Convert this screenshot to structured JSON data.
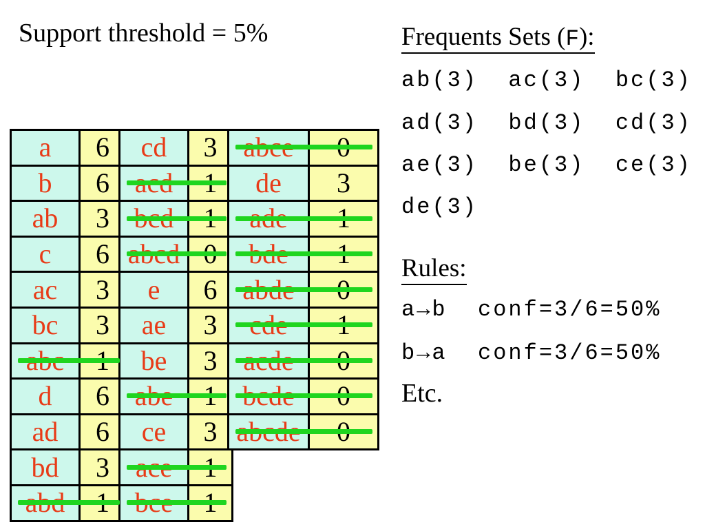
{
  "title": "Support threshold = 5%",
  "colors": {
    "itemset_bg": "#cdf8ec",
    "count_bg": "#fbfcad",
    "itemset_text": "#e83b17",
    "count_text": "#000000",
    "strike": "#1fd51f",
    "grid": "#000000"
  },
  "table": {
    "pairs": [
      {
        "rows": [
          {
            "itemset": "a",
            "count": "6",
            "crossed": false
          },
          {
            "itemset": "b",
            "count": "6",
            "crossed": false
          },
          {
            "itemset": "ab",
            "count": "3",
            "crossed": false
          },
          {
            "itemset": "c",
            "count": "6",
            "crossed": false
          },
          {
            "itemset": "ac",
            "count": "3",
            "crossed": false
          },
          {
            "itemset": "bc",
            "count": "3",
            "crossed": false
          },
          {
            "itemset": "abc",
            "count": "1",
            "crossed": true
          },
          {
            "itemset": "d",
            "count": "6",
            "crossed": false
          },
          {
            "itemset": "ad",
            "count": "6",
            "crossed": false
          },
          {
            "itemset": "bd",
            "count": "3",
            "crossed": false
          },
          {
            "itemset": "abd",
            "count": "1",
            "crossed": true
          }
        ]
      },
      {
        "rows": [
          {
            "itemset": "cd",
            "count": "3",
            "crossed": false
          },
          {
            "itemset": "acd",
            "count": "1",
            "crossed": true
          },
          {
            "itemset": "bcd",
            "count": "1",
            "crossed": true
          },
          {
            "itemset": "abcd",
            "count": "0",
            "crossed": true
          },
          {
            "itemset": "e",
            "count": "6",
            "crossed": false
          },
          {
            "itemset": "ae",
            "count": "3",
            "crossed": false
          },
          {
            "itemset": "be",
            "count": "3",
            "crossed": false
          },
          {
            "itemset": "abe",
            "count": "1",
            "crossed": true
          },
          {
            "itemset": "ce",
            "count": "3",
            "crossed": false
          },
          {
            "itemset": "ace",
            "count": "1",
            "crossed": true
          },
          {
            "itemset": "bce",
            "count": "1",
            "crossed": true
          }
        ]
      },
      {
        "rows": [
          {
            "itemset": "abce",
            "count": "0",
            "crossed": true
          },
          {
            "itemset": "de",
            "count": "3",
            "crossed": false
          },
          {
            "itemset": "ade",
            "count": "1",
            "crossed": true
          },
          {
            "itemset": "bde",
            "count": "1",
            "crossed": true
          },
          {
            "itemset": "abde",
            "count": "0",
            "crossed": true
          },
          {
            "itemset": "cde",
            "count": "1",
            "crossed": true
          },
          {
            "itemset": "acde",
            "count": "0",
            "crossed": true
          },
          {
            "itemset": "bcde",
            "count": "0",
            "crossed": true
          },
          {
            "itemset": "abcde",
            "count": "0",
            "crossed": true
          }
        ]
      }
    ]
  },
  "frequent_sets": {
    "heading_prefix": "Frequents Sets (",
    "heading_mono": "F",
    "heading_suffix": "):",
    "lines": [
      "ab(3)  ac(3)  bc(3)",
      "ad(3)  bd(3)  cd(3)",
      "ae(3)  be(3)  ce(3)",
      "de(3)"
    ]
  },
  "rules": {
    "heading": "Rules:",
    "lines": [
      "a→b  conf=3/6=50%",
      "b→a  conf=3/6=50%"
    ],
    "etc": "Etc."
  }
}
